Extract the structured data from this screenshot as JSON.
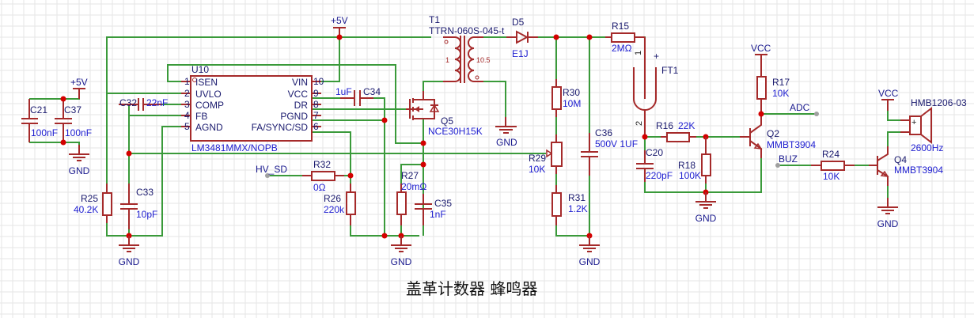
{
  "title": "盖革计数器 蜂鸣器",
  "power_labels": {
    "p5v_left": "+5V",
    "p5v_top": "+5V",
    "vcc_r17": "VCC",
    "vcc_buzzer": "VCC",
    "gnd": "GND"
  },
  "net_labels": {
    "hv_sd": "HV_SD",
    "adc": "ADC",
    "buz": "BUZ"
  },
  "components": {
    "C21": {
      "ref": "C21",
      "value": "100nF"
    },
    "C37": {
      "ref": "C37",
      "value": "100nF"
    },
    "C32": {
      "ref": "C32",
      "value": "22nF"
    },
    "C33": {
      "ref": "C33",
      "value": "10pF"
    },
    "R25": {
      "ref": "R25",
      "value": "40.2K"
    },
    "U10": {
      "ref": "U10",
      "value": "LM3481MMX/NOPB",
      "pins_left": [
        {
          "num": "1",
          "name": "ISEN"
        },
        {
          "num": "2",
          "name": "UVLO"
        },
        {
          "num": "3",
          "name": "COMP"
        },
        {
          "num": "4",
          "name": "FB"
        },
        {
          "num": "5",
          "name": "AGND"
        }
      ],
      "pins_right": [
        {
          "num": "10",
          "name": "VIN"
        },
        {
          "num": "9",
          "name": "VCC"
        },
        {
          "num": "8",
          "name": "DR"
        },
        {
          "num": "7",
          "name": "PGND"
        },
        {
          "num": "6",
          "name": "FA/SYNC/SD"
        }
      ]
    },
    "C34": {
      "ref": "C34",
      "value": "1uF"
    },
    "R32": {
      "ref": "R32",
      "value": "0Ω"
    },
    "R26": {
      "ref": "R26",
      "value": "220k"
    },
    "R27": {
      "ref": "R27",
      "value": "20mΩ"
    },
    "C35": {
      "ref": "C35",
      "value": "1nF"
    },
    "T1": {
      "ref": "T1",
      "value": "TTRN-060S-045-t",
      "ratio_primary": "1",
      "ratio_secondary": "10.5"
    },
    "Q5": {
      "ref": "Q5",
      "value": "NCE30H15K"
    },
    "D5": {
      "ref": "D5",
      "value": "E1J"
    },
    "R30": {
      "ref": "R30",
      "value": "10M"
    },
    "R29": {
      "ref": "R29",
      "value": "10K"
    },
    "R31": {
      "ref": "R31",
      "value": "1.2K"
    },
    "C36": {
      "ref": "C36",
      "value": "500V 1UF"
    },
    "R15": {
      "ref": "R15",
      "value": "2MΩ"
    },
    "FT1": {
      "ref": "FT1",
      "pin1": "1",
      "pin2": "2",
      "plus": "+"
    },
    "C20": {
      "ref": "C20",
      "value": "220pF"
    },
    "R16": {
      "ref": "R16",
      "value": "22K"
    },
    "R18": {
      "ref": "R18",
      "value": "100K"
    },
    "R17": {
      "ref": "R17",
      "value": "10K"
    },
    "Q2": {
      "ref": "Q2",
      "value": "MMBT3904"
    },
    "R24": {
      "ref": "R24",
      "value": "10K"
    },
    "Q4": {
      "ref": "Q4",
      "value": "MMBT3904"
    },
    "BZ": {
      "ref": "HMB1206-03",
      "value": "2600Hz",
      "plus": "+"
    }
  }
}
